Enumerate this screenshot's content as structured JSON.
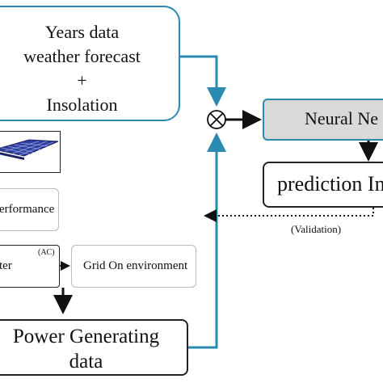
{
  "diagram": {
    "years_box": {
      "line1": "Years data",
      "line2": "weather forecast",
      "line3": "+",
      "line4": "Insolation"
    },
    "neural_box": {
      "label": "Neural Ne"
    },
    "prediction_box": {
      "label": "prediction In"
    },
    "validation_label": "(Validation)",
    "performance_box": {
      "label": "erformance"
    },
    "inverter_box": {
      "label": "ter",
      "superscript": "(AC)"
    },
    "grid_box": {
      "label": "Grid On environment"
    },
    "power_box": {
      "line1": "Power Generating",
      "line2": "data"
    },
    "icons": {
      "combiner": "circle-cross-icon",
      "solar_panel": "solar-panel-icon"
    },
    "colors": {
      "connector_blue": "#2a8ab0",
      "neural_fill": "#d9d9d9",
      "panel_blue": "#2f3e9e"
    }
  }
}
